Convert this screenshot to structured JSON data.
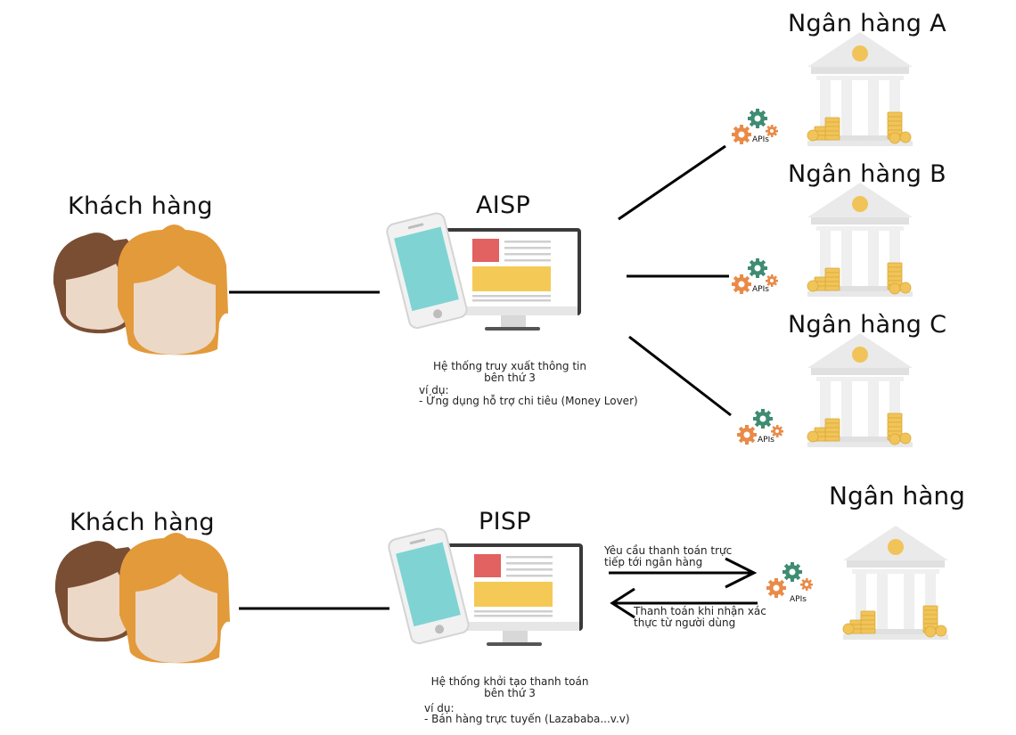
{
  "top": {
    "customer_label": "Khách hàng",
    "provider_label": "AISP",
    "provider_desc_line1": "Hệ thống truy xuất thông tin",
    "provider_desc_line2": "bên thứ 3",
    "example_label": "ví dụ:",
    "example_text": "- Ứng dụng hỗ trợ chi tiêu (Money Lover)",
    "banks": [
      "Ngân hàng A",
      "Ngân hàng B",
      "Ngân hàng C"
    ],
    "api_label": "APIs"
  },
  "bottom": {
    "customer_label": "Khách hàng",
    "provider_label": "PISP",
    "provider_desc_line1": "Hệ thống khởi tạo thanh toán",
    "provider_desc_line2": "bên thứ 3",
    "example_label": "ví dụ:",
    "example_text": "- Bán hàng trực tuyến (Lazababa...v.v)",
    "bank_label": "Ngân hàng",
    "api_label": "APIs",
    "request_line1": "Yêu cầu thanh toán trực",
    "request_line2": "tiếp tới ngân hàng",
    "response_line1": "Thanh toán khi nhận xác",
    "response_line2": "thực từ người dùng"
  },
  "colors": {
    "hair_dark": "#7a4e33",
    "hair_orange": "#e39a3a",
    "skin": "#ecd8c6",
    "phone_screen": "#7fd3d3",
    "red_block": "#e26161",
    "yellow_block": "#f5c956",
    "bank_gray": "#eaeaea",
    "coin": "#f1c45a",
    "gear_green": "#3f8c73",
    "gear_orange": "#e98b48"
  }
}
